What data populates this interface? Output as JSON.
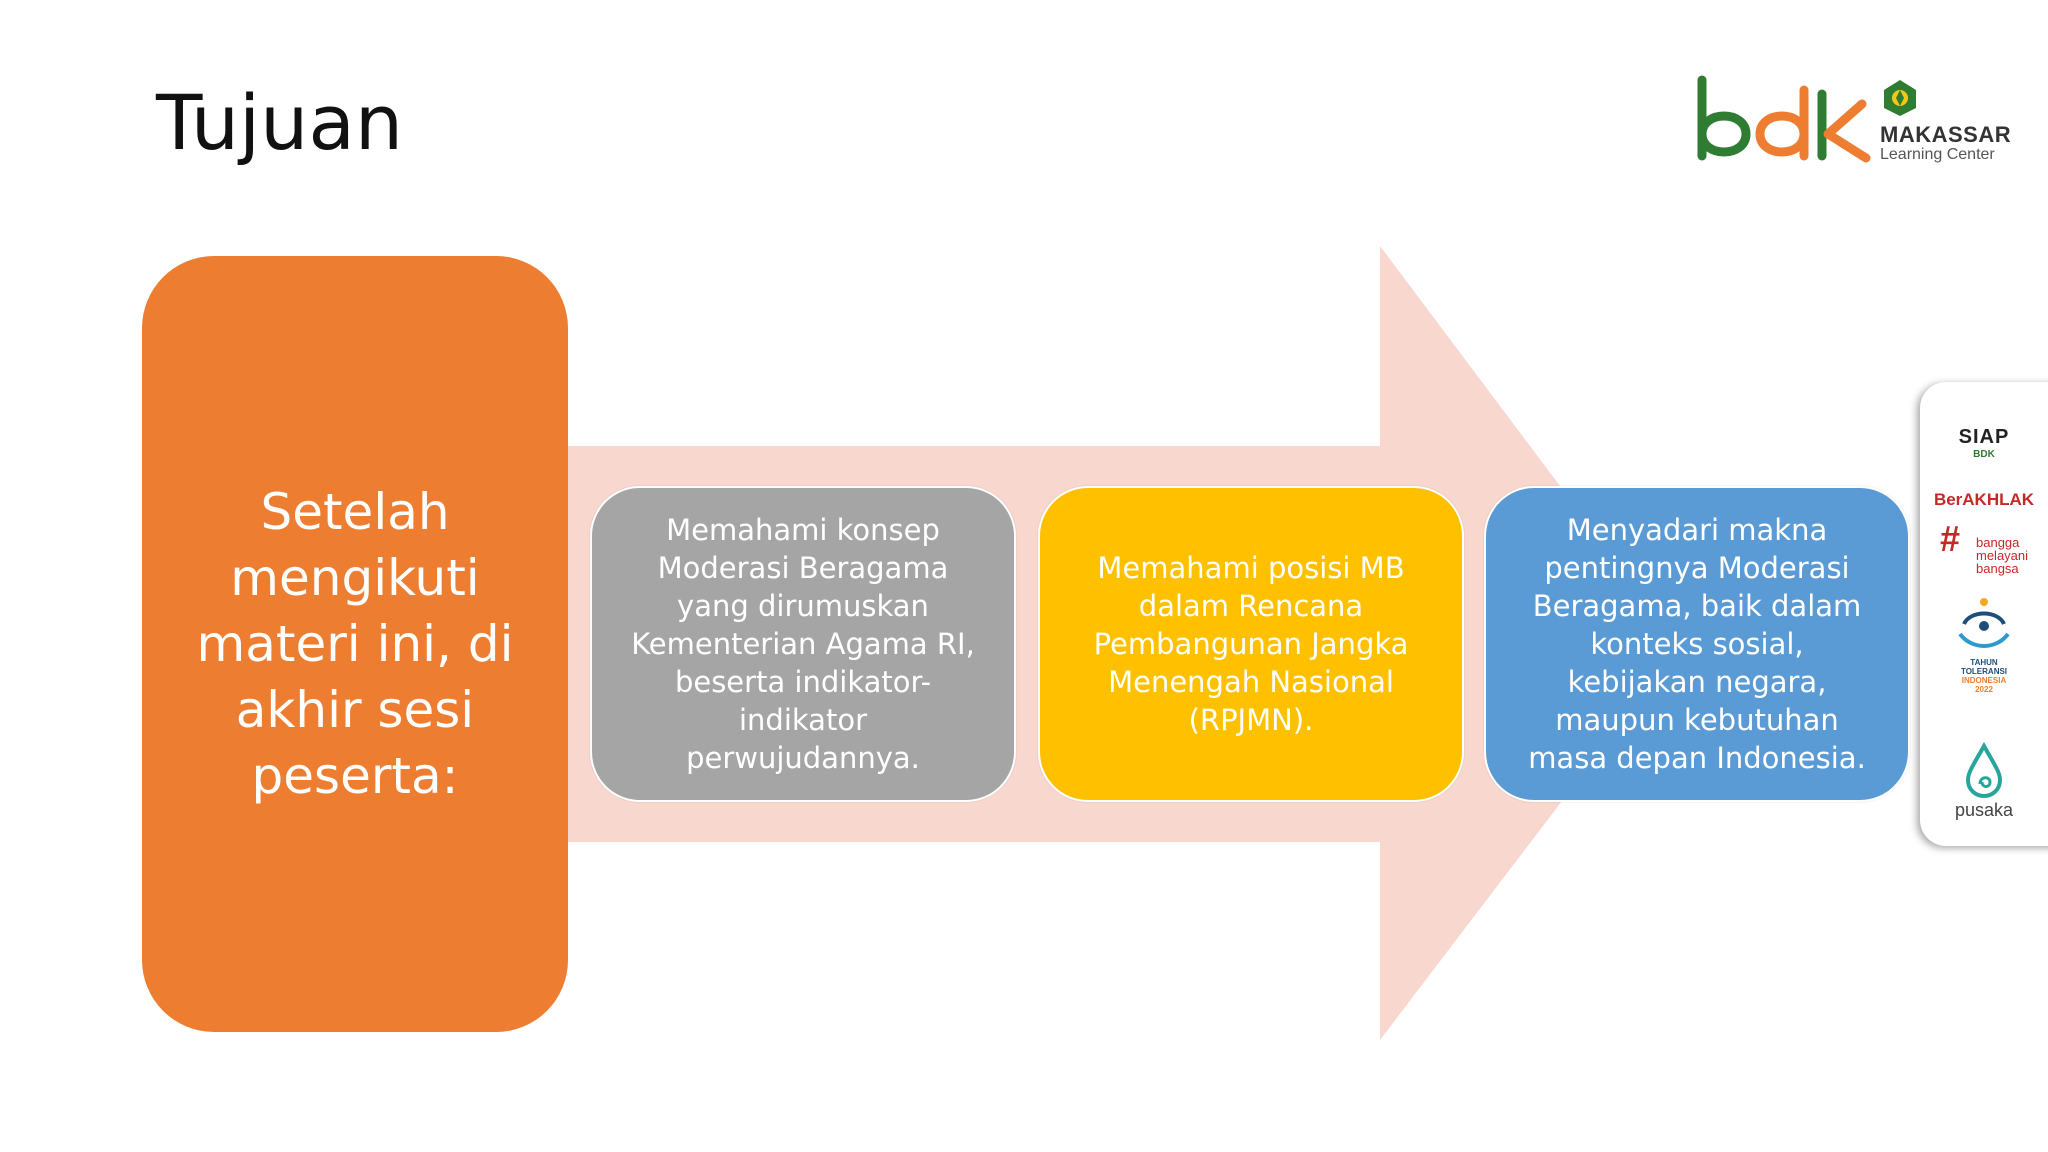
{
  "slide": {
    "title": "Tujuan",
    "lead_text": "Setelah mengikuti materi ini, di akhir sesi peserta:",
    "objectives": [
      {
        "text": "Memahami konsep Moderasi Beragama yang dirumuskan Kementerian Agama RI, beserta indikator-indikator perwujudannya.",
        "color": "#A5A5A5"
      },
      {
        "text": "Memahami posisi MB dalam Rencana Pembangunan Jangka Menengah Nasional (RPJMN).",
        "color": "#FFC000"
      },
      {
        "text": "Menyadari makna pentingnya Moderasi Beragama, baik dalam konteks sosial, kebijakan negara, maupun kebutuhan masa depan Indonesia.",
        "color": "#5B9BD5"
      }
    ],
    "colors": {
      "lead": "#ED7D31",
      "arrow": "#F8D7CE"
    }
  },
  "logo": {
    "brand": "bdk",
    "org": "MAKASSAR",
    "sub": "Learning Center",
    "colors": {
      "green": "#2E7D32",
      "orange": "#ED7D31"
    }
  },
  "sidebar": {
    "siap": "SIAP",
    "siap_sub": "BDK",
    "berakhlak": "BerAKHLAK",
    "bangga": [
      "bangga",
      "melayani",
      "bangsa"
    ],
    "tahun": [
      "TAHUN",
      "TOLERANSI",
      "INDONESIA",
      "2022"
    ],
    "pusaka": "pusaka"
  }
}
